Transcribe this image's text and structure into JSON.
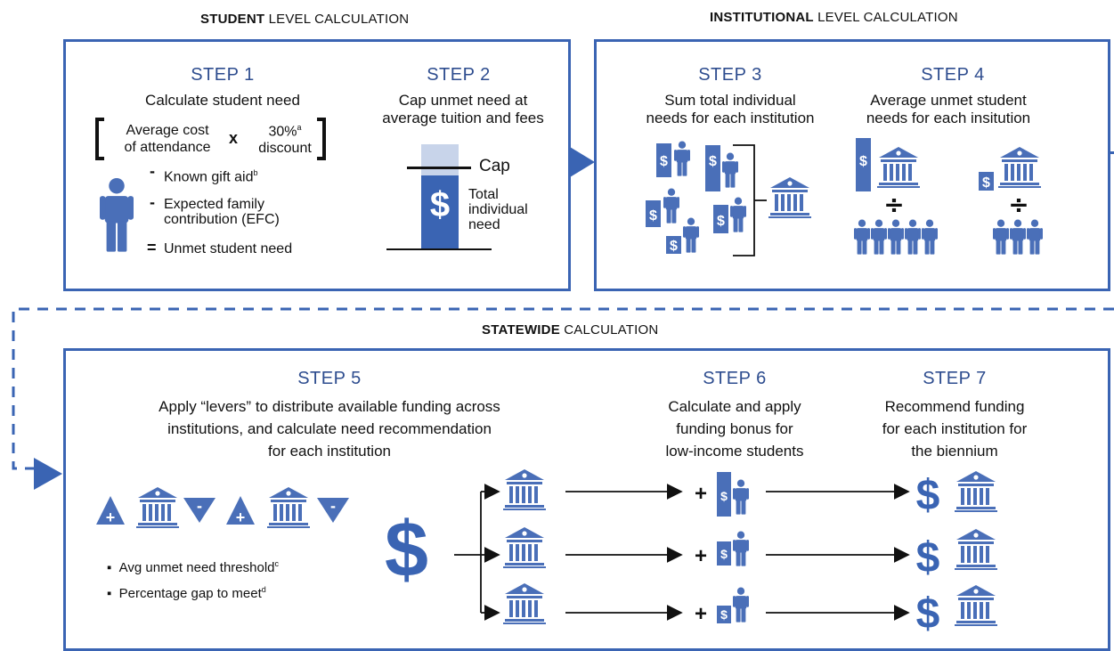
{
  "student_header": {
    "bold": "STUDENT",
    "rest": " LEVEL CALCULATION"
  },
  "institutional_header": {
    "bold": "INSTITUTIONAL",
    "rest": " LEVEL CALCULATION"
  },
  "statewide_header": {
    "bold": "STATEWIDE",
    "rest": " CALCULATION"
  },
  "step1": {
    "title": "STEP 1",
    "desc": "Calculate student need",
    "cost_line1": "Average cost",
    "cost_line2": "of attendance",
    "times": "x",
    "discount_line1": "30%",
    "discount_sup": "a",
    "discount_line2": "discount",
    "minus1": "-",
    "gift": "Known gift aid",
    "gift_sup": "b",
    "minus2": "-",
    "efc_line1": "Expected family",
    "efc_line2": "contribution (EFC)",
    "equals": "=",
    "unmet": "Unmet student need"
  },
  "step2": {
    "title": "STEP 2",
    "desc_line1": "Cap unmet need at",
    "desc_line2": "average tuition and fees",
    "cap": "Cap",
    "total_line1": "Total",
    "total_line2": "individual",
    "total_line3": "need",
    "dollar": "$"
  },
  "step3": {
    "title": "STEP 3",
    "desc_line1": "Sum total individual",
    "desc_line2": "needs for each institution"
  },
  "step4": {
    "title": "STEP 4",
    "desc_line1": "Average unmet student",
    "desc_line2": "needs for each insitution"
  },
  "step5": {
    "title": "STEP 5",
    "desc_line1": "Apply “levers” to distribute available funding across",
    "desc_line2": "institutions, and calculate need recommendation",
    "desc_line3": "for each institution",
    "bullet1": "Avg unmet need threshold",
    "bullet1_sup": "c",
    "bullet2": "Percentage gap to meet",
    "bullet2_sup": "d"
  },
  "step6": {
    "title": "STEP 6",
    "desc_line1": "Calculate and apply",
    "desc_line2": "funding bonus for",
    "desc_line3": "low-income students"
  },
  "step7": {
    "title": "STEP 7",
    "desc_line1": "Recommend funding",
    "desc_line2": "for each institution for",
    "desc_line3": "the biennium"
  },
  "glyphs": {
    "dollar": "$",
    "plus": "+",
    "minus": "-",
    "divide": "÷"
  },
  "colors": {
    "accent": "#3a64b3",
    "icon": "#4a6fb8",
    "title": "#2e4d8f",
    "cap_fill": "#c8d4ea"
  },
  "icons": [
    "person-icon",
    "dollar-icon",
    "institution-icon",
    "plus-triangle-icon",
    "minus-triangle-icon",
    "arrow-icon"
  ]
}
